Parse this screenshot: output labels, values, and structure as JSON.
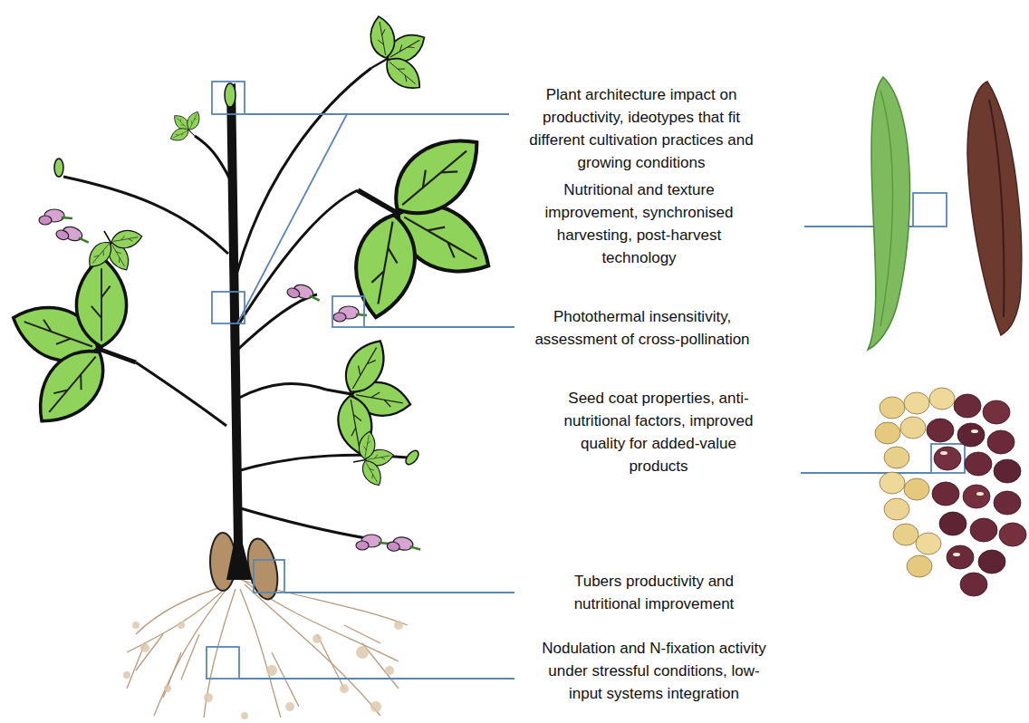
{
  "diagram": {
    "labels": [
      "Plant architecture impact on productivity, ideotypes that fit different cultivation practices and growing conditions",
      "Nutritional and texture improvement, synchronised harvesting, post-harvest technology",
      "Photothermal insensitivity, assessment of cross-pollination",
      "Seed coat properties, anti-nutritional factors, improved quality for added-value products",
      "Tubers productivity and nutritional improvement",
      "Nodulation and N-fixation activity under stressful conditions, low-input systems integration"
    ]
  }
}
